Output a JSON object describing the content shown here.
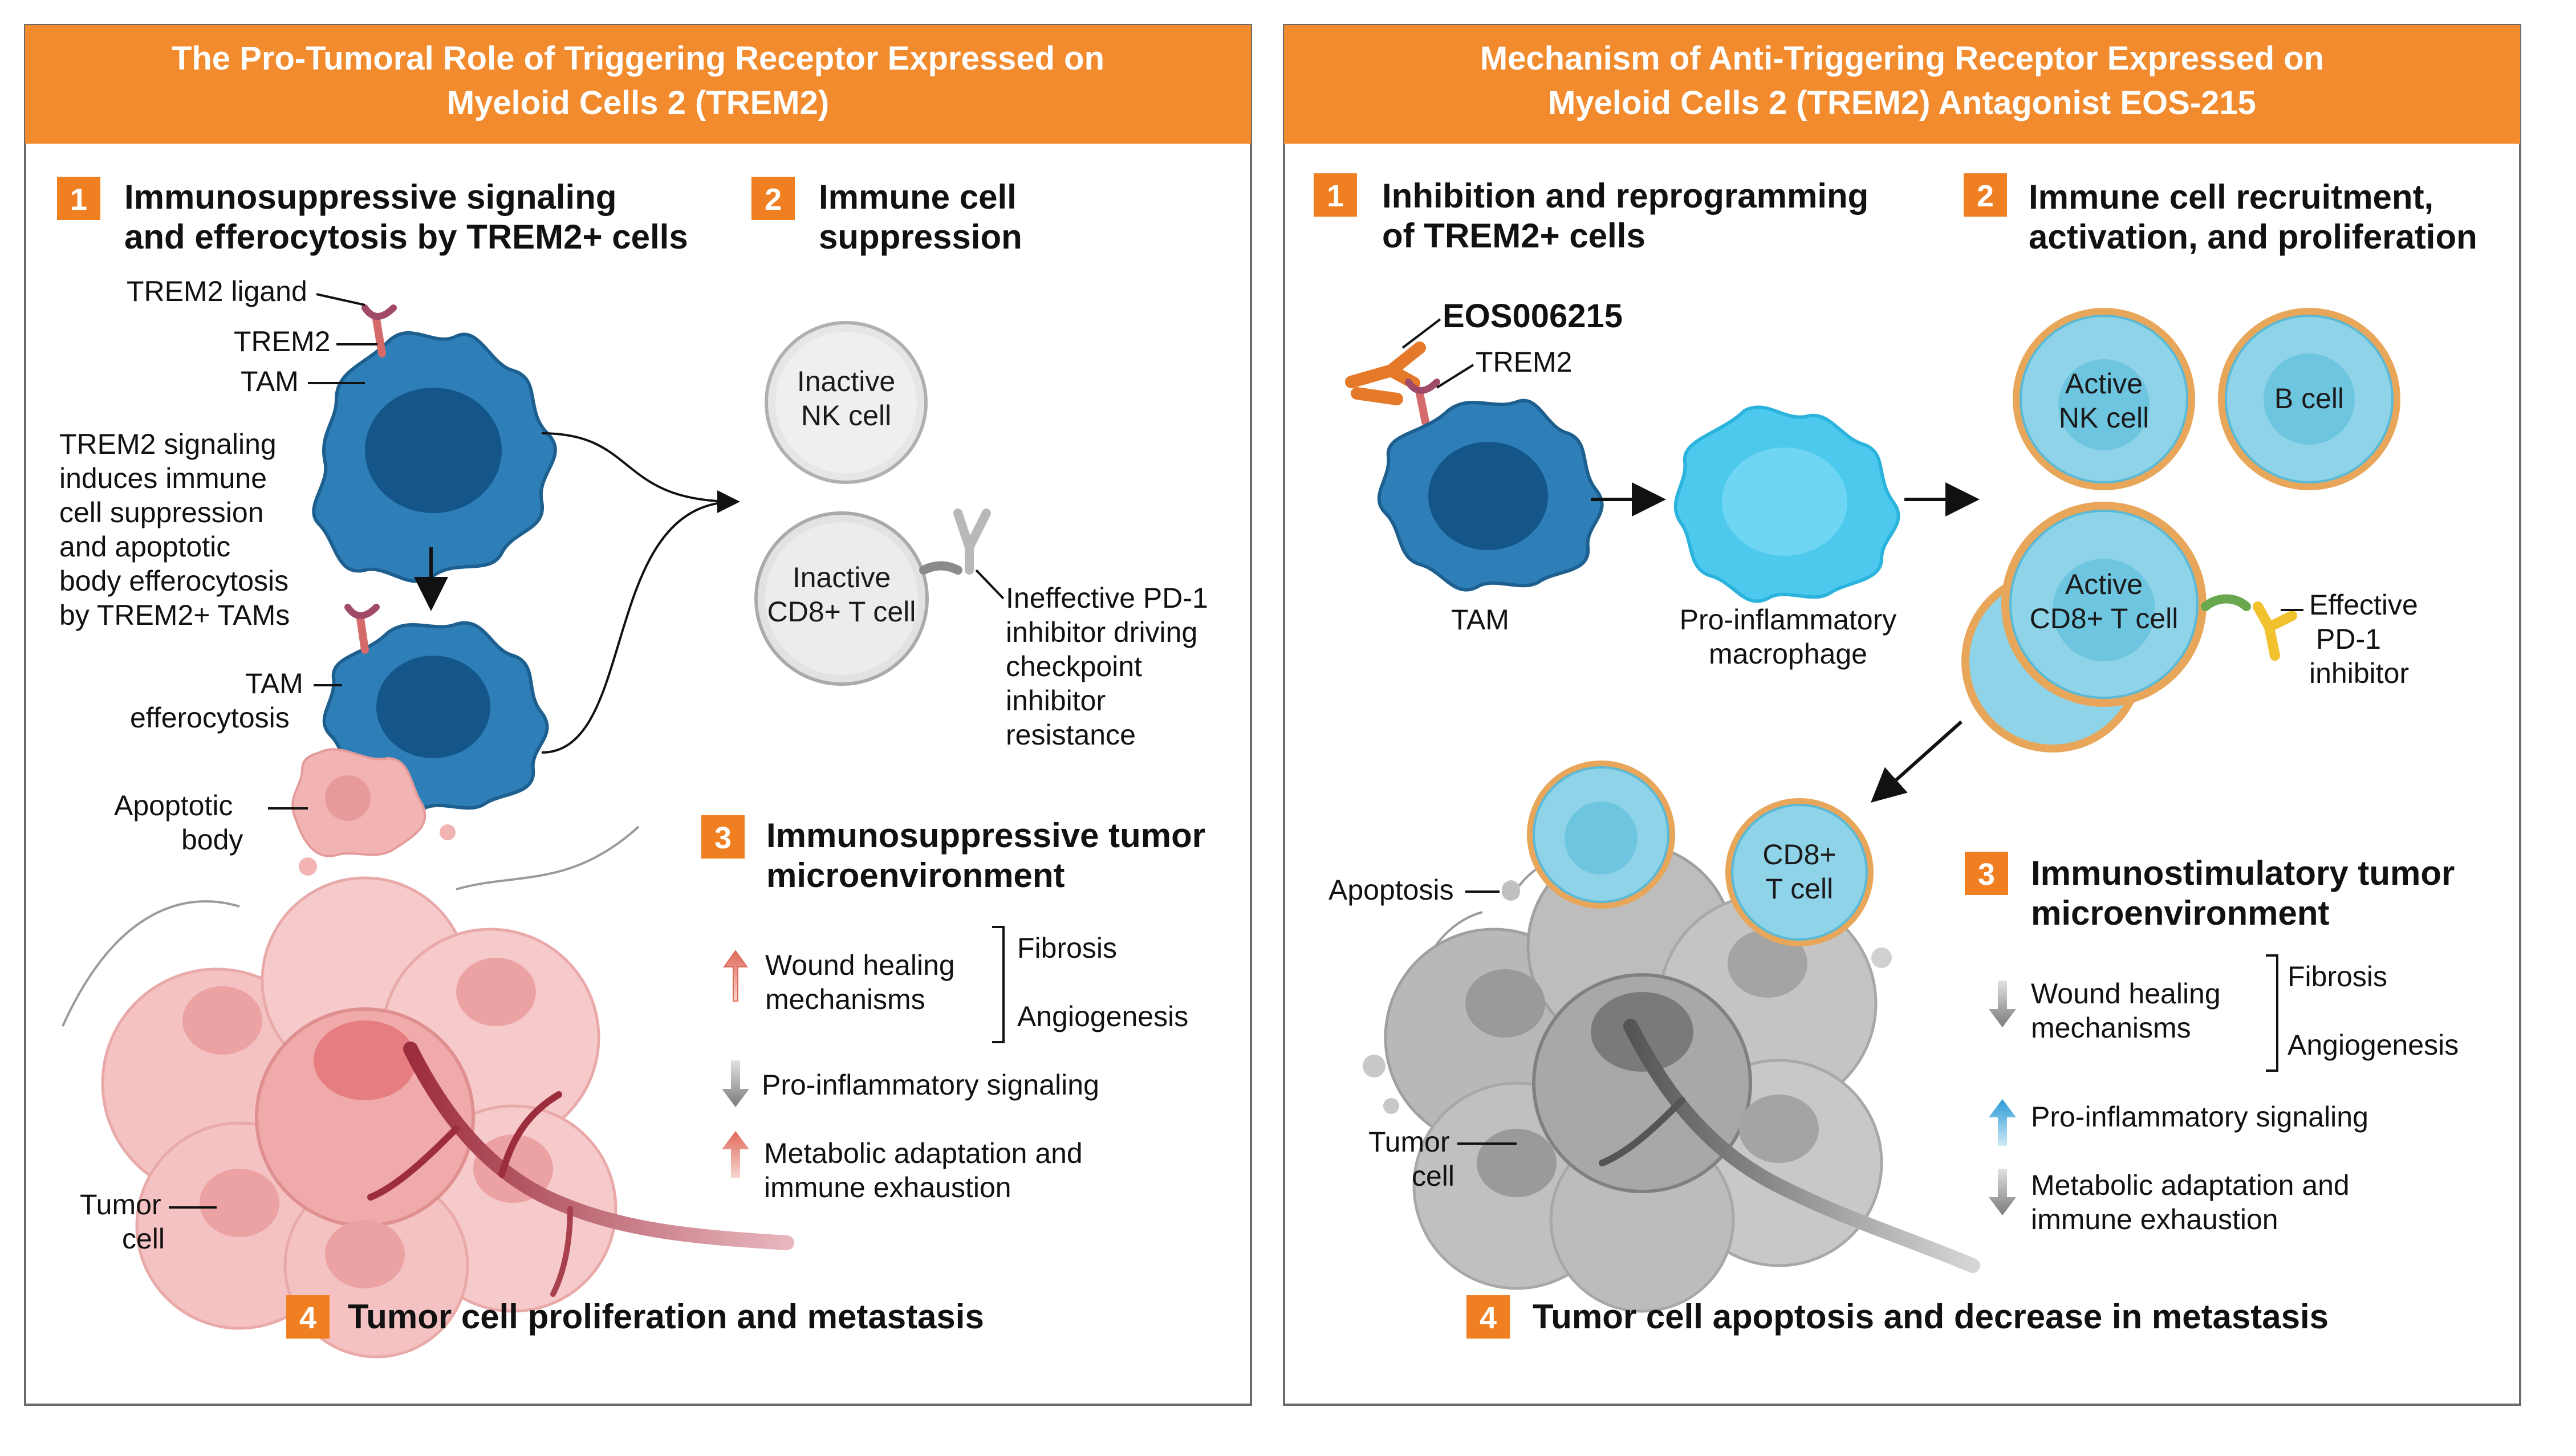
{
  "left_panel": {
    "title": [
      "The Pro-Tumoral Role of Triggering Receptor Expressed on",
      "Myeloid Cells 2 (TREM2)"
    ],
    "s1": {
      "num": "1",
      "title": [
        "Immunosuppressive signaling",
        "and efferocytosis by TREM2+ cells"
      ]
    },
    "s2": {
      "num": "2",
      "title": [
        "Immune cell",
        "suppression"
      ]
    },
    "s3": {
      "num": "3",
      "title": [
        "Immunosuppressive tumor",
        "microenvironment"
      ]
    },
    "s4": {
      "num": "4",
      "title": "Tumor cell proliferation and metastasis"
    },
    "labels": {
      "trem2_ligand": "TREM2 ligand",
      "trem2": "TREM2",
      "tam": "TAM",
      "signaling_text": [
        "TREM2 signaling",
        "induces immune",
        "cell suppression",
        "and apoptotic",
        "body efferocytosis",
        "by TREM2+ TAMs"
      ],
      "tam_efferocytosis": [
        "TAM",
        "efferocytosis"
      ],
      "apoptotic_body": [
        "Apoptotic",
        "body"
      ],
      "tumor_cell": [
        "Tumor",
        "cell"
      ],
      "inactive_nk": [
        "Inactive",
        "NK cell"
      ],
      "inactive_cd8": [
        "Inactive",
        "CD8+ T cell"
      ],
      "ineffective_pd1": [
        "Ineffective PD-1",
        "inhibitor driving",
        "checkpoint",
        "inhibitor",
        "resistance"
      ]
    },
    "tme": {
      "wound": [
        "Wound healing",
        "mechanisms"
      ],
      "fibrosis": "Fibrosis",
      "angiogenesis": "Angiogenesis",
      "proinflammatory": "Pro-inflammatory signaling",
      "metabolic": [
        "Metabolic adaptation and",
        "immune exhaustion"
      ]
    }
  },
  "right_panel": {
    "title": [
      "Mechanism of Anti-Triggering Receptor Expressed on",
      "Myeloid Cells 2 (TREM2) Antagonist EOS-215"
    ],
    "s1": {
      "num": "1",
      "title": [
        "Inhibition and reprogramming",
        "of TREM2+ cells"
      ]
    },
    "s2": {
      "num": "2",
      "title": [
        "Immune cell recruitment,",
        "activation, and proliferation"
      ]
    },
    "s3": {
      "num": "3",
      "title": [
        "Immunostimulatory tumor",
        "microenvironment"
      ]
    },
    "s4": {
      "num": "4",
      "title": "Tumor cell apoptosis and decrease in metastasis"
    },
    "labels": {
      "eos": "EOS006215",
      "trem2": "TREM2",
      "tam": "TAM",
      "macrophage": [
        "Pro-inflammatory",
        "macrophage"
      ],
      "active_nk": [
        "Active",
        "NK cell"
      ],
      "b_cell": "B cell",
      "active_cd8": [
        "Active",
        "CD8+ T cell"
      ],
      "effective_pd1": [
        "Effective",
        "PD-1",
        "inhibitor"
      ],
      "apoptosis": "Apoptosis",
      "cd8_t": [
        "CD8+",
        "T cell"
      ],
      "tumor_cell": [
        "Tumor",
        "cell"
      ]
    },
    "tme": {
      "wound": [
        "Wound healing",
        "mechanisms"
      ],
      "fibrosis": "Fibrosis",
      "angiogenesis": "Angiogenesis",
      "proinflammatory": "Pro-inflammatory signaling",
      "metabolic": [
        "Metabolic adaptation and",
        "immune exhaustion"
      ]
    }
  },
  "colors": {
    "header_orange": "#f28a2e",
    "badge_orange": "#f07f22",
    "tam_blue": "#2e7fb8",
    "tam_nucleus": "#14568a",
    "macrophage_cyan": "#4cc9ec",
    "active_cell": "#8fd3e8",
    "active_rim": "#e8a65a",
    "tumor_pink": "#f2b3b3",
    "tumor_gray": "#a8a8a8",
    "arrow_up_red": "#e06a5a",
    "arrow_up_blue": "#2a9ad6",
    "arrow_down_gray": "#8a8a8a"
  }
}
